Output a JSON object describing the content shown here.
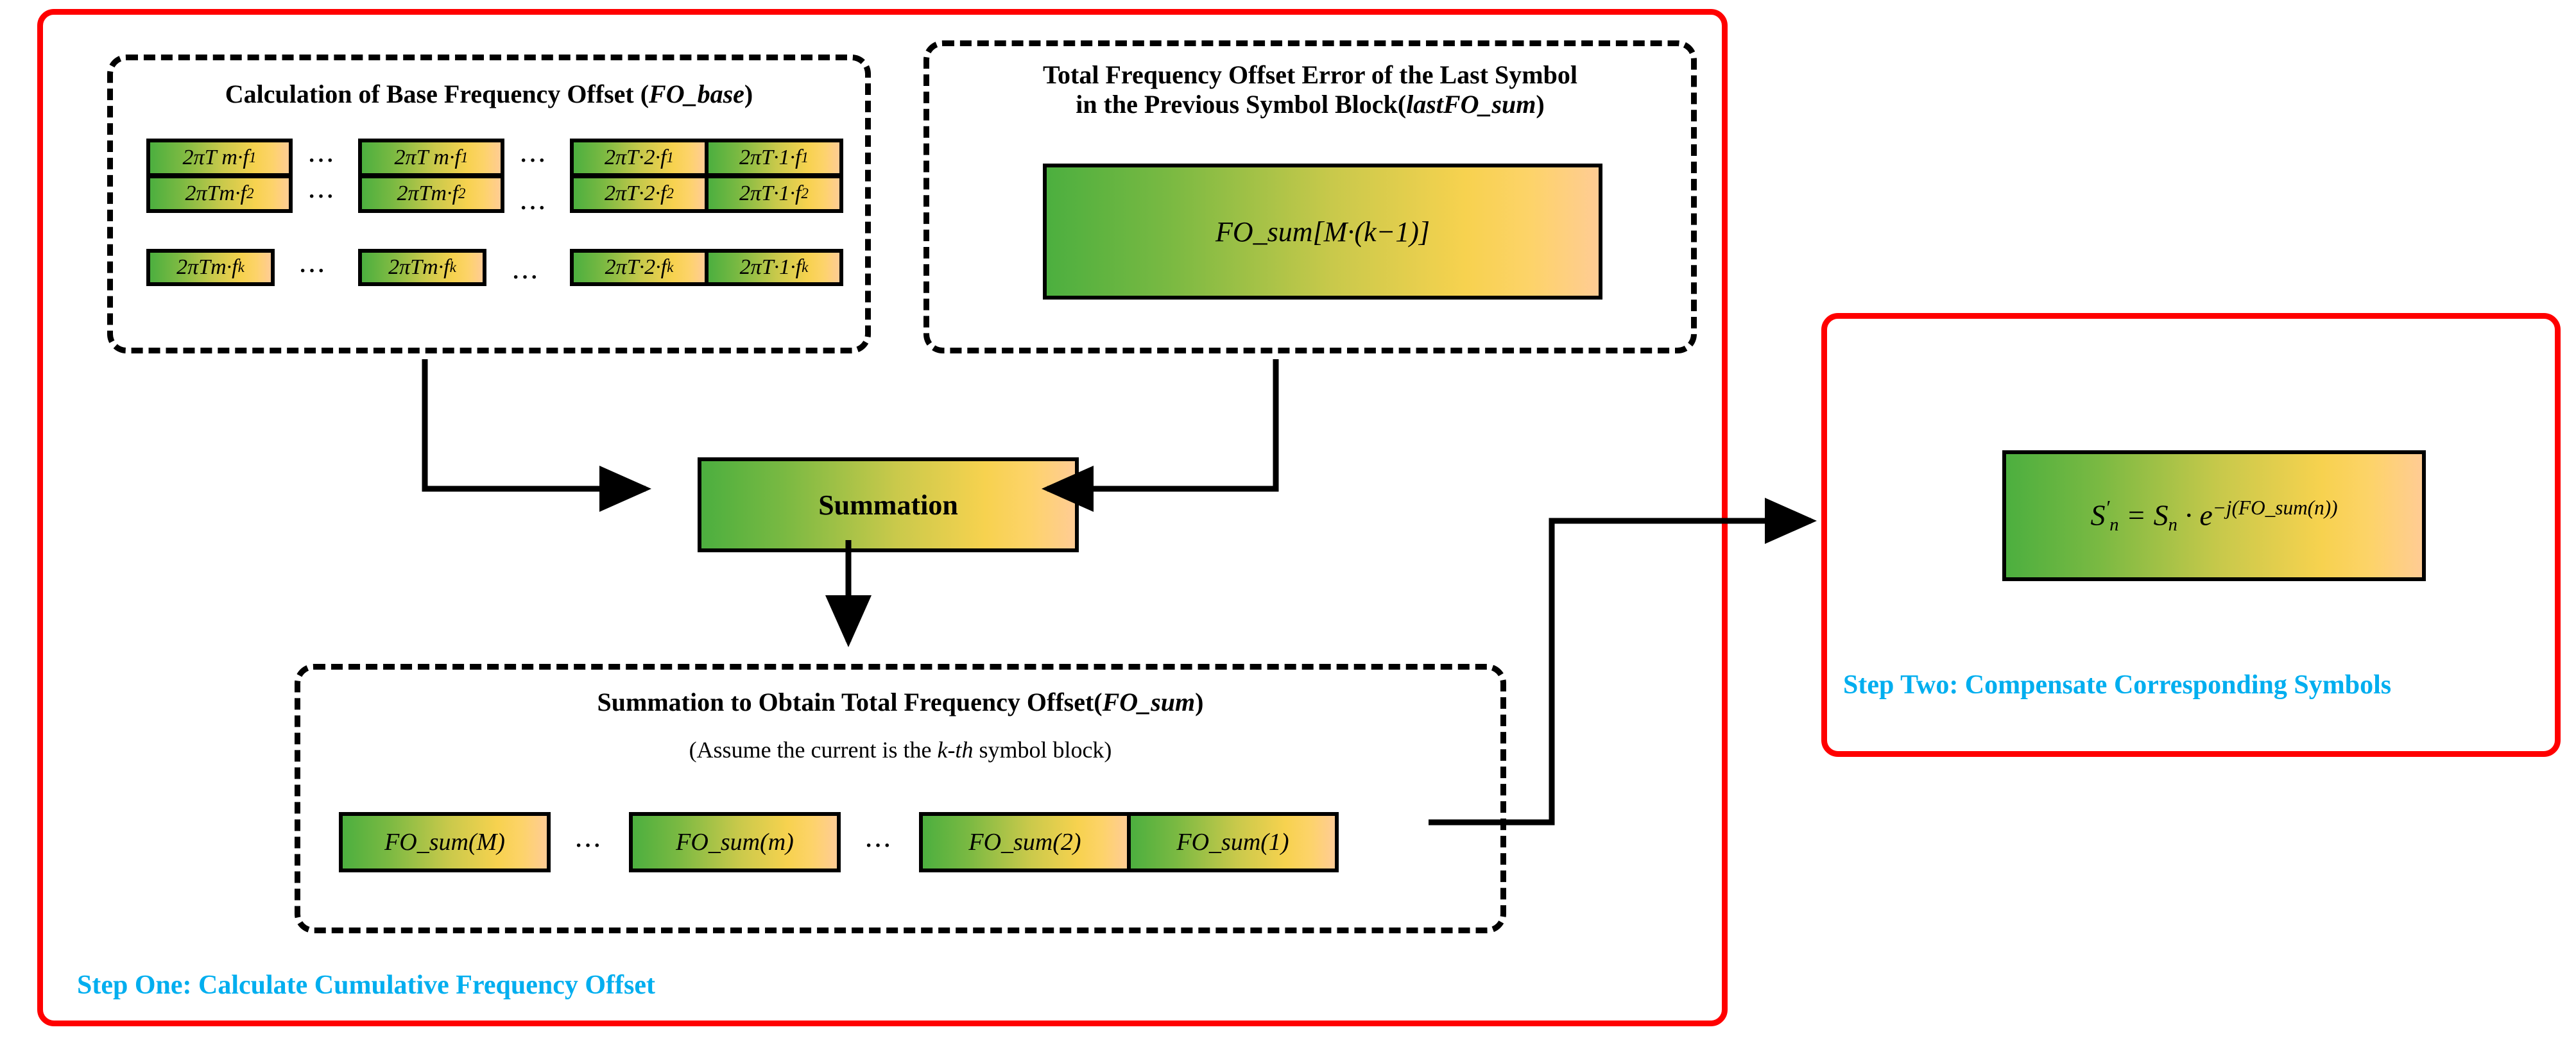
{
  "diagram": {
    "title_step_one": "Step One: Calculate Cumulative Frequency Offset",
    "title_step_two": "Step Two: Compensate Corresponding Symbols"
  },
  "fo_base": {
    "title_plain": "Calculation of Base Frequency Offset (",
    "title_italic": "FO_base",
    "title_close": ")",
    "matrix": {
      "row1": [
        {
          "pre": "2πT m·f",
          "sub": "1"
        },
        {
          "pre": "2πT m·f",
          "sub": "1"
        },
        {
          "pre": "2πT·2·f",
          "sub": "1"
        },
        {
          "pre": "2πT·1·f",
          "sub": "1"
        }
      ],
      "row2": [
        {
          "pre": "2πTm·f",
          "sub": "2"
        },
        {
          "pre": "2πTm·f",
          "sub": "2"
        },
        {
          "pre": "2πT·2·f",
          "sub": "2"
        },
        {
          "pre": "2πT·1·f",
          "sub": "2"
        }
      ],
      "row3": [
        {
          "pre": "2πTm·f",
          "sub": "k"
        },
        {
          "pre": "2πTm·f",
          "sub": "k"
        },
        {
          "pre": "2πT·2·f",
          "sub": "k"
        },
        {
          "pre": "2πT·1·f",
          "sub": "k"
        }
      ],
      "ellipsis": "···"
    }
  },
  "last_fo": {
    "title_line1": "Total Frequency Offset Error of the Last Symbol",
    "title_line2_plain": "in the Previous Symbol Block(",
    "title_line2_italic": "lastFO_sum",
    "title_line2_close": ")",
    "cell_label": "FO_sum[M·(k−1)]"
  },
  "summation": {
    "label": "Summation"
  },
  "fo_sum": {
    "title_plain": "Summation to Obtain Total Frequency Offset(",
    "title_italic": "FO_sum",
    "title_close": ")",
    "subtitle_pre": "(Assume the current is the ",
    "subtitle_italic": "k-th",
    "subtitle_post": " symbol block)",
    "cells": [
      "FO_sum(M)",
      "FO_sum(m)",
      "FO_sum(2)",
      "FO_sum(1)"
    ],
    "ellipsis": "···"
  },
  "compensate": {
    "formula_lhs_base": "S",
    "formula_lhs_sub": "n",
    "formula_prime": "′",
    "formula_eq": " = ",
    "formula_rhs_base": "S",
    "formula_rhs_sub": "n",
    "formula_dot": " · ",
    "formula_e": "e",
    "formula_exp": "−j(FO_sum(n))",
    "formula_full": "S′ₙ = Sₙ · e⁻ʲ⁽ᶠᵒˢᵘᵐ⁽ⁿ⁾⁾"
  },
  "colors": {
    "accent_red": "#FF0000",
    "caption_blue": "#00AEEF",
    "gradient_start": "#4CAF3F",
    "gradient_mid": "#F7D24F",
    "gradient_end": "#FFCC94",
    "outline_black": "#000000"
  }
}
